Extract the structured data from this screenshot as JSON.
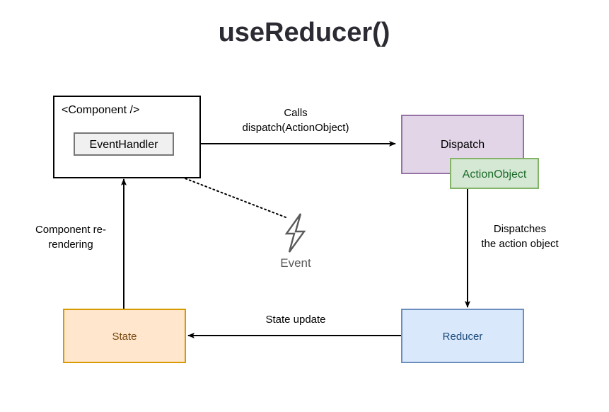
{
  "title": "useReducer()",
  "nodes": {
    "component": {
      "label": "<Component />",
      "fill": "#ffffff",
      "stroke": "#000000"
    },
    "event_handler": {
      "label": "EventHandler",
      "fill": "#f0f0f0",
      "stroke": "#666666"
    },
    "dispatch": {
      "label": "Dispatch",
      "fill": "#e1d5e7",
      "stroke": "#9673a6"
    },
    "action_object": {
      "label": "ActionObject",
      "fill": "#d5e8d4",
      "stroke": "#82b366"
    },
    "state": {
      "label": "State",
      "fill": "#ffe6cc",
      "stroke": "#d79b00"
    },
    "reducer": {
      "label": "Reducer",
      "fill": "#dae8fc",
      "stroke": "#6c8ebf"
    },
    "event": {
      "label": "Event",
      "icon": "lightning-bolt-icon",
      "stroke": "#5a5a5a",
      "fill": "#ffffff"
    }
  },
  "edges": {
    "calls_dispatch": {
      "line1": "Calls",
      "line2": "dispatch(ActionObject)",
      "from": "EventHandler",
      "to": "Dispatch",
      "style": "solid-arrow"
    },
    "dispatches_action": {
      "line1": "Dispatches",
      "line2": "the action object",
      "from": "ActionObject",
      "to": "Reducer",
      "style": "solid-arrow"
    },
    "state_update": {
      "line1": "State update",
      "from": "Reducer",
      "to": "State",
      "style": "solid-arrow"
    },
    "component_rerender": {
      "line1": "Component re-",
      "line2": "rendering",
      "from": "State",
      "to": "Component",
      "style": "solid-arrow"
    },
    "event_trigger": {
      "from": "Event",
      "to": "EventHandler",
      "style": "dotted-arrow"
    }
  }
}
